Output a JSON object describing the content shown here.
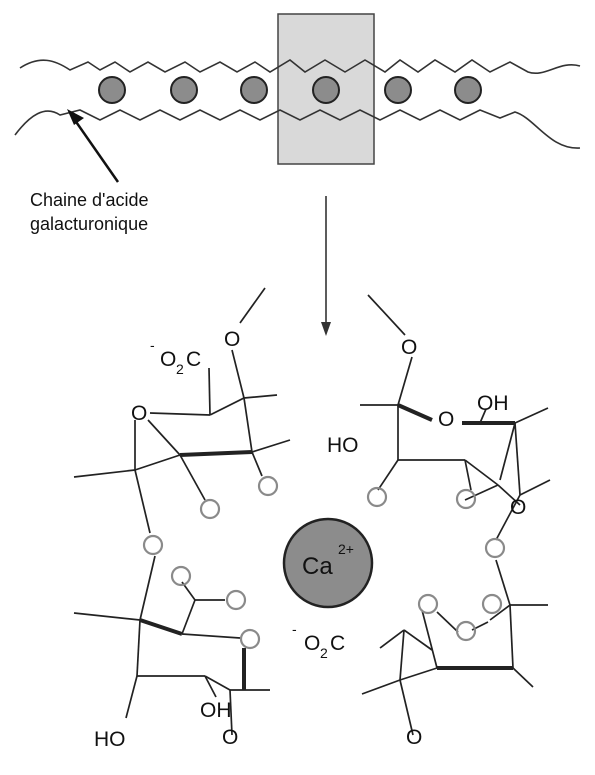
{
  "caption": {
    "line1": "Chaine d'acide",
    "line2": "galacturonique"
  },
  "ion": {
    "symbol": "Ca",
    "charge": "2+"
  },
  "atoms": {
    "oxygen": "O",
    "hydroxyl": "OH",
    "hydroxyl_left": "HO",
    "carboxylate_charge": "-",
    "carboxylate_o": "O",
    "carboxylate_sub": "2",
    "carboxylate_c": "C"
  },
  "colors": {
    "ion_fill": "#8c8c8c",
    "chain_ion_fill": "#8c8c8c",
    "highlight_box": "#d9d9d9",
    "stroke": "#222222",
    "gray_oxygen": "#8a8a8a"
  }
}
